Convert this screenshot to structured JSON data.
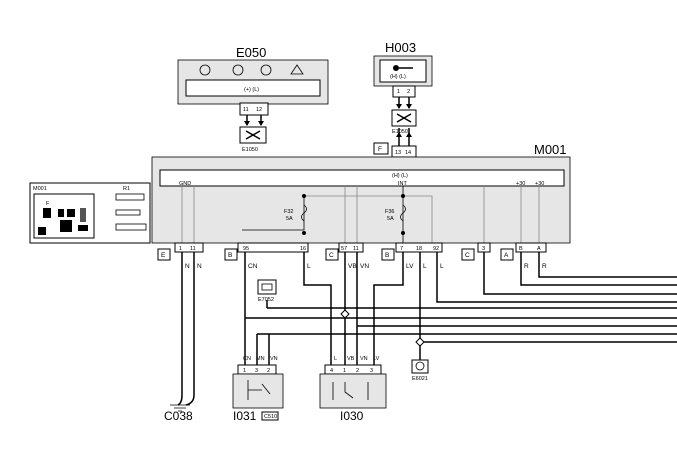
{
  "components": {
    "e050": {
      "id": "E050",
      "text": "(+) (L)",
      "pins": [
        "11",
        "12"
      ]
    },
    "h003": {
      "id": "H003",
      "text": "(H) (L)",
      "pins": [
        "1",
        "2"
      ]
    },
    "m001": {
      "id": "M001",
      "text": "(H) (L)",
      "gnd": "GND",
      "int": "INT",
      "p30a": "+30",
      "p30b": "+30",
      "fuse1": "F32",
      "fuse1_rating": "5A",
      "fuse2": "F36",
      "fuse2_rating": "5A",
      "pins_top": [
        "13",
        "14"
      ]
    },
    "i031": {
      "id": "I031",
      "badge": "C510",
      "pins": [
        "1",
        "3",
        "2"
      ]
    },
    "i030": {
      "id": "I030",
      "pins": [
        "4",
        "1",
        "2",
        "3"
      ]
    },
    "c038": {
      "id": "C038"
    },
    "e1050a": {
      "id": "E1050"
    },
    "e1050b": {
      "id": "E1050"
    },
    "e7052": {
      "id": "E7052"
    },
    "e6021": {
      "id": "E6021"
    },
    "locator": {
      "title": "M001",
      "pin_label": "R1",
      "f": "F"
    }
  },
  "connectors": {
    "top": "F",
    "e": "E",
    "b1": "B",
    "c": "C",
    "b2": "B",
    "c2": "C",
    "a": "A"
  },
  "pins": [
    "1",
    "11",
    "95",
    "16",
    "57",
    "11",
    "7",
    "18",
    "92",
    "3",
    "B",
    "A"
  ],
  "wires": {
    "n1": "N",
    "n2": "N",
    "cn": "CN",
    "l1": "L",
    "vb": "VB",
    "vn": "VN",
    "lv": "LV",
    "l2": "L",
    "l3": "L",
    "r1": "R",
    "r2": "R",
    "i031": [
      "CN",
      "MN",
      "VN"
    ],
    "i030": [
      "L",
      "VB",
      "VN",
      "LV"
    ]
  }
}
